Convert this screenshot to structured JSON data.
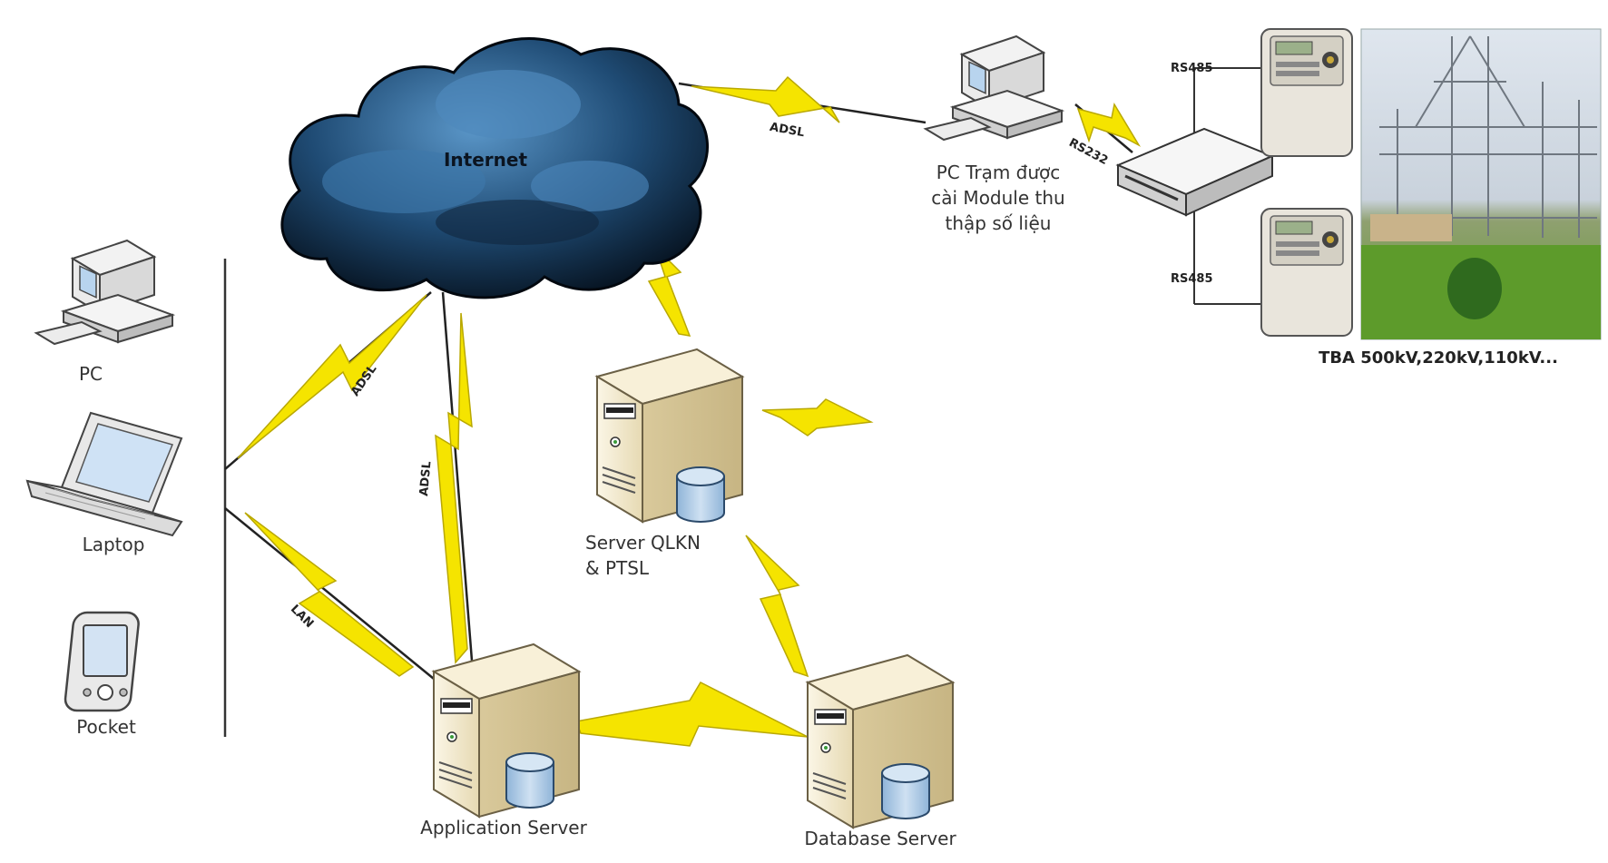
{
  "labels": {
    "internet": "Internet",
    "pc": "PC",
    "laptop": "Laptop",
    "pocket": "Pocket",
    "server_qlkn": "Server QLKN\n& PTSL",
    "app_server": "Application Server",
    "db_server": "Database Server",
    "pc_tram": "PC Trạm được\ncài Module thu\nthập số liệu",
    "tba": "TBA 500kV,220kV,110kV..."
  },
  "links": {
    "adsl_top": "ADSL",
    "rs232": "RS232",
    "rs485_top": "RS485",
    "rs485_bottom": "RS485",
    "adsl_left": "ADSL",
    "adsl_mid": "ADSL",
    "lan": "LAN"
  },
  "colors": {
    "lightning": "#f5e400",
    "cloud_dark": "#0b1e33",
    "cloud_light": "#4c86b8",
    "server_body": "#efe5c8",
    "db_cylinder": "#a9c7e3"
  }
}
